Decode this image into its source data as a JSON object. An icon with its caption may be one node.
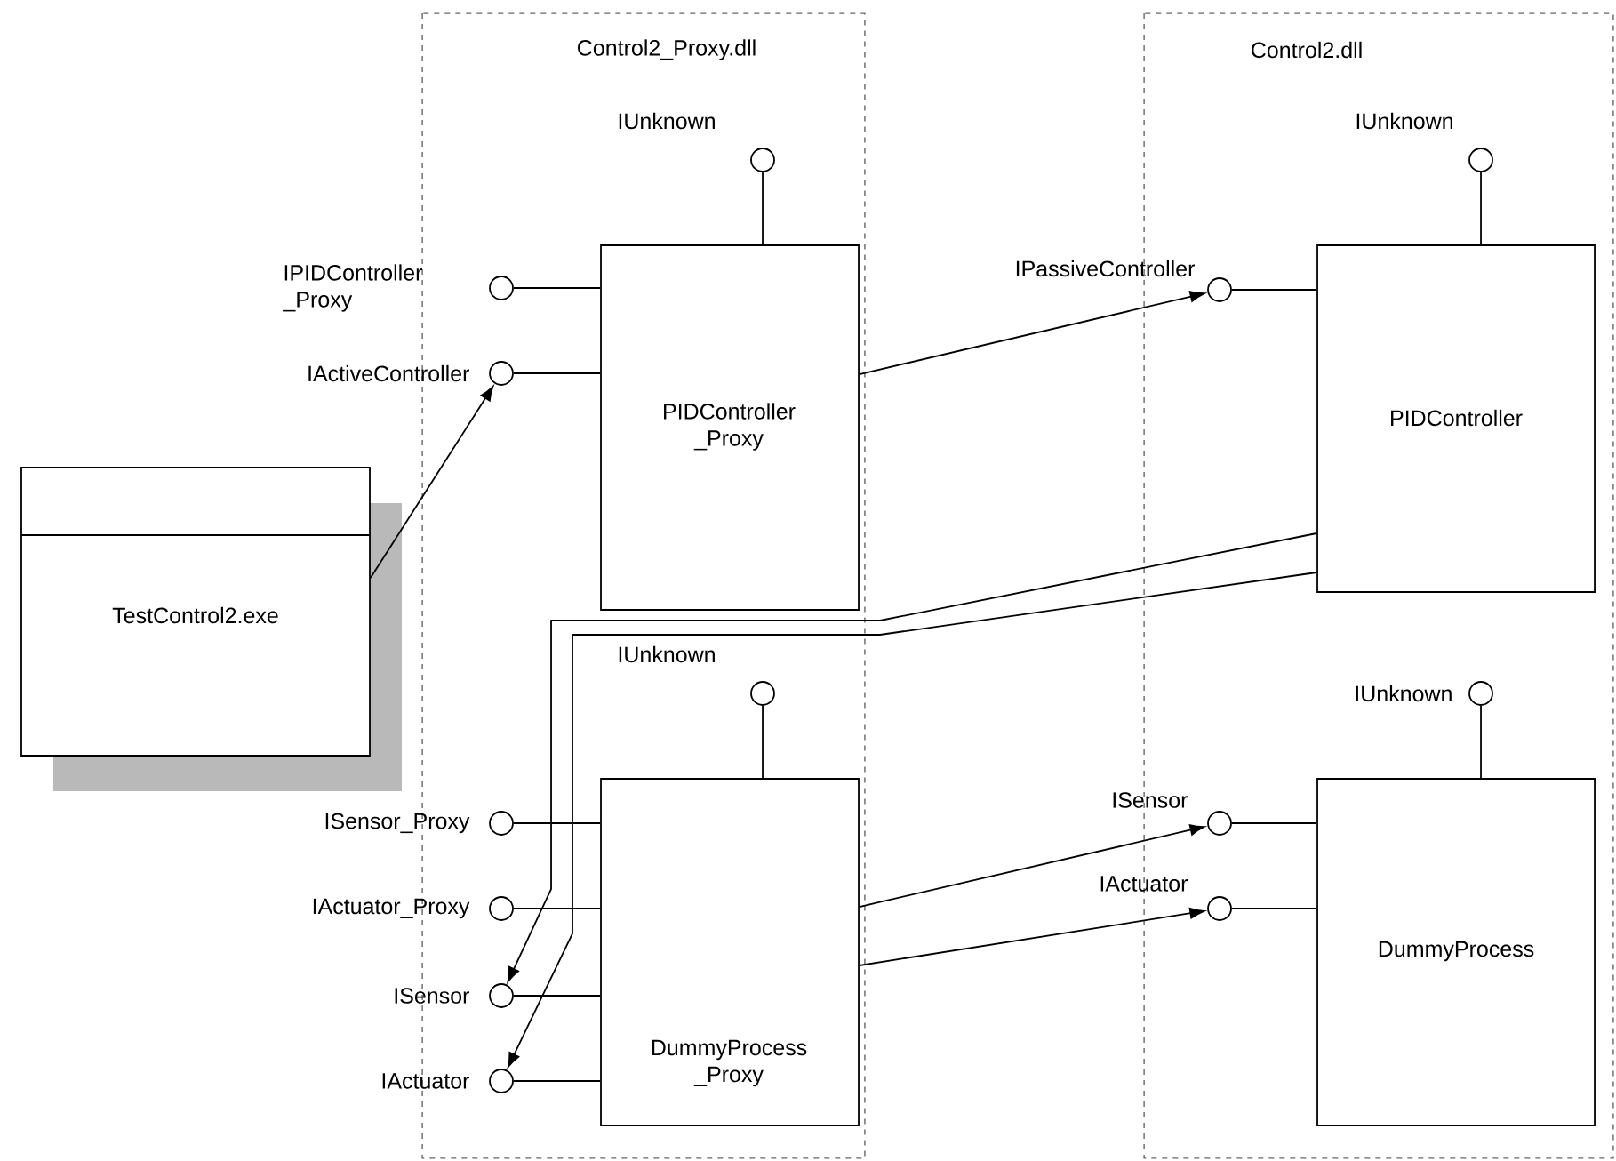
{
  "diagram": {
    "nodes": [
      {
        "text": [
          "Control2_Proxy.dll"
        ]
      },
      {
        "text": [
          "Control2.dll"
        ]
      },
      {
        "text": [
          "TestControl2.exe"
        ]
      },
      {
        "text": [
          "PIDController _Proxy"
        ],
        "in": 0
      },
      {
        "text": [
          "DummyProcess _Proxy"
        ],
        "in": 0
      },
      {
        "text": [
          "PIDController"
        ],
        "in": 1
      },
      {
        "text": [
          "DummyProcess"
        ],
        "in": 1
      },
      {
        "text": [
          "IUnknown"
        ],
        "in": 0
      },
      {
        "text": [
          "IPIDController _Proxy"
        ],
        "in": 0
      },
      {
        "text": [
          "IActiveController"
        ],
        "in": 0
      },
      {
        "text": [
          "IUnknown"
        ],
        "in": 0
      },
      {
        "text": [
          "ISensor_Proxy"
        ],
        "in": 0
      },
      {
        "text": [
          "IActuator_Proxy"
        ],
        "in": 0
      },
      {
        "text": [
          "ISensor"
        ],
        "in": 0
      },
      {
        "text": [
          "IActuator"
        ],
        "in": 0
      },
      {
        "text": [
          "IUnknown"
        ],
        "in": 1
      },
      {
        "text": [
          "IPassiveController"
        ],
        "in": 1
      },
      {
        "text": [
          "IUnknown"
        ],
        "in": 1
      },
      {
        "text": [
          "ISensor"
        ],
        "in": 1
      },
      {
        "text": [
          "IActuator"
        ],
        "in": 1
      }
    ],
    "edges": [
      {
        "from": 7,
        "to": 3,
        "arrow": "none"
      },
      {
        "from": 8,
        "to": 3,
        "arrow": "none"
      },
      {
        "from": 9,
        "to": 3,
        "arrow": "none"
      },
      {
        "from": 2,
        "to": 9,
        "arrow": "to"
      },
      {
        "from": 3,
        "to": 16,
        "arrow": "to"
      },
      {
        "from": 15,
        "to": 5,
        "arrow": "none"
      },
      {
        "from": 16,
        "to": 5,
        "arrow": "none"
      },
      {
        "from": 5,
        "to": 13,
        "arrow": "to"
      },
      {
        "from": 5,
        "to": 14,
        "arrow": "to"
      },
      {
        "from": 10,
        "to": 4,
        "arrow": "none"
      },
      {
        "from": 11,
        "to": 4,
        "arrow": "none"
      },
      {
        "from": 12,
        "to": 4,
        "arrow": "none"
      },
      {
        "from": 13,
        "to": 4,
        "arrow": "none"
      },
      {
        "from": 14,
        "to": 4,
        "arrow": "none"
      },
      {
        "from": 4,
        "to": 18,
        "arrow": "to"
      },
      {
        "from": 4,
        "to": 19,
        "arrow": "to"
      },
      {
        "from": 17,
        "to": 6,
        "arrow": "none"
      },
      {
        "from": 18,
        "to": 6,
        "arrow": "none"
      },
      {
        "from": 19,
        "to": 6,
        "arrow": "none"
      }
    ]
  }
}
